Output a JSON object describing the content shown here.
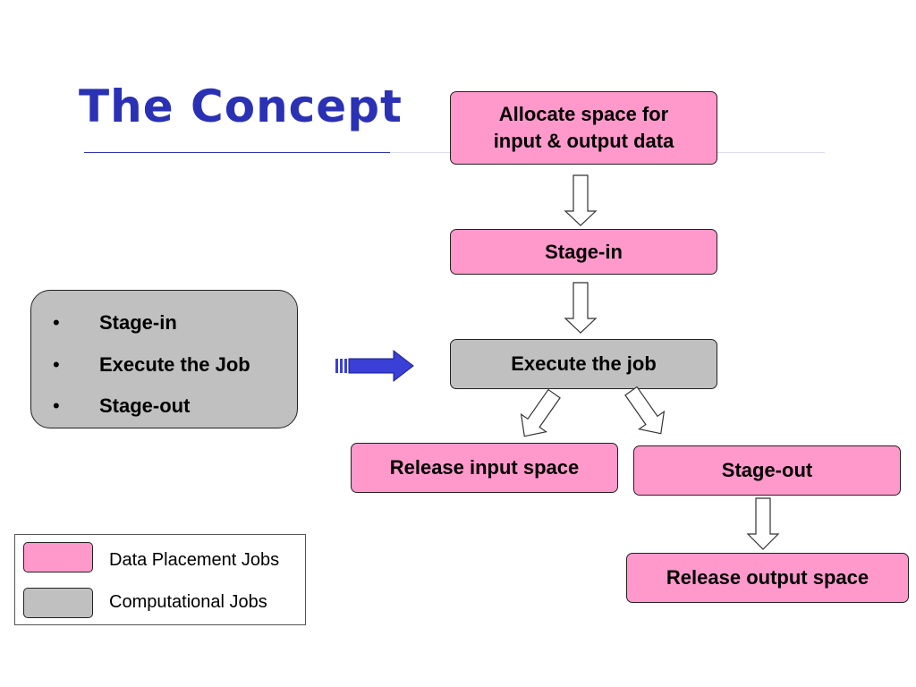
{
  "slide": {
    "title": "The Concept"
  },
  "summary": {
    "bullet_glyph": "•",
    "items": [
      "Stage-in",
      "Execute the Job",
      "Stage-out"
    ]
  },
  "flow": {
    "allocate": {
      "line1": "Allocate space for",
      "line2": "input & output data",
      "kind": "data-placement"
    },
    "stage_in": {
      "label": "Stage-in",
      "kind": "data-placement"
    },
    "execute": {
      "label": "Execute the job",
      "kind": "computational"
    },
    "release_input": {
      "label": "Release input space",
      "kind": "data-placement"
    },
    "stage_out": {
      "label": "Stage-out",
      "kind": "data-placement"
    },
    "release_output": {
      "label": "Release output space",
      "kind": "data-placement"
    }
  },
  "legend": {
    "data_placement": "Data Placement Jobs",
    "computational": "Computational Jobs"
  },
  "colors": {
    "title": "#2a31b5",
    "data_placement": "#ff99cc",
    "computational": "#c0c0c0",
    "pointer_arrow": "#3a3fd8"
  }
}
